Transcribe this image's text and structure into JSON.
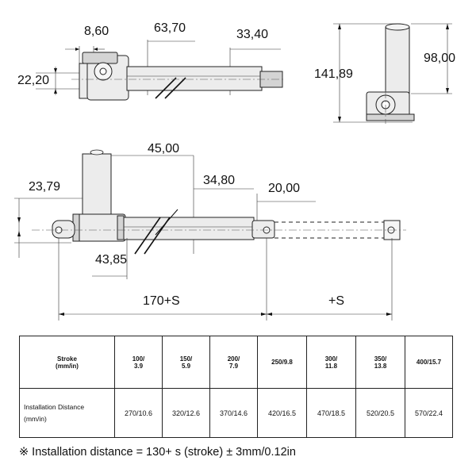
{
  "top_view": {
    "dim_a": "8,60",
    "dim_b": "63,70",
    "dim_c": "33,40",
    "dim_d": "22,20"
  },
  "side_view": {
    "dim_total": "141,89",
    "dim_motor": "98,00"
  },
  "front_view": {
    "dim_a": "45,00",
    "dim_b": "23,79",
    "dim_c": "34,80",
    "dim_d": "20,00",
    "dim_e": "43,85",
    "dim_retracted": "170+S",
    "dim_stroke": "+S"
  },
  "table": {
    "row1_header_line1": "Stroke",
    "row1_header_line2": "(mm/in)",
    "row2_header_line1": "Installation Distance",
    "row2_header_line2": "(mm/in)",
    "strokes": [
      {
        "line1": "100/",
        "line2": "3.9"
      },
      {
        "line1": "150/",
        "line2": "5.9"
      },
      {
        "line1": "200/",
        "line2": "7.9"
      },
      {
        "line1": "250/9.8",
        "line2": ""
      },
      {
        "line1": "300/",
        "line2": "11.8"
      },
      {
        "line1": "350/",
        "line2": "13.8"
      },
      {
        "line1": "400/15.7",
        "line2": ""
      }
    ],
    "install": [
      "270/10.6",
      "320/12.6",
      "370/14.6",
      "420/16.5",
      "470/18.5",
      "520/20.5",
      "570/22.4"
    ]
  },
  "note": "※ Installation distance = 130+ s (stroke) ± 3mm/0.12in"
}
